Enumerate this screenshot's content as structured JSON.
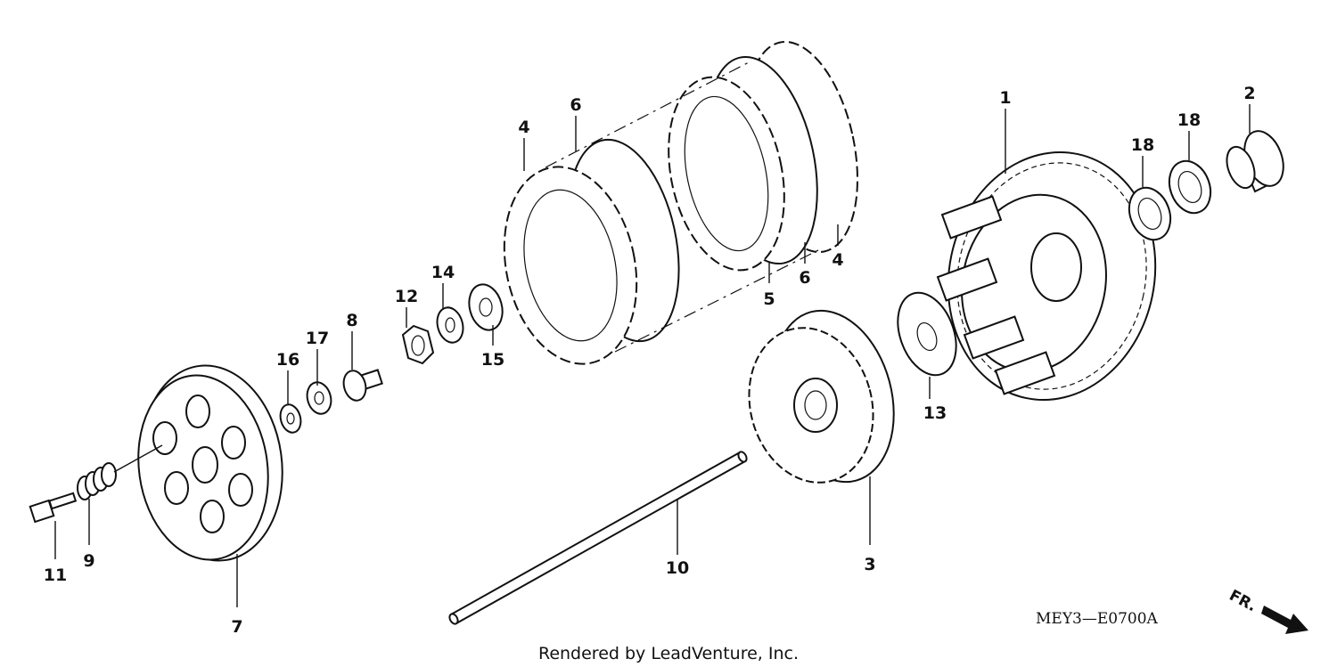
{
  "callouts": {
    "c1": "1",
    "c2": "2",
    "c3": "3",
    "c4a": "4",
    "c4b": "4",
    "c5": "5",
    "c6a": "6",
    "c6b": "6",
    "c7": "7",
    "c8": "8",
    "c9": "9",
    "c10": "10",
    "c11": "11",
    "c12": "12",
    "c13": "13",
    "c14": "14",
    "c15": "15",
    "c16": "16",
    "c17": "17",
    "c18a": "18",
    "c18b": "18"
  },
  "diagram_code": "MEY3—E0700A",
  "credit": "Rendered by LeadVenture, Inc.",
  "front_indicator": "FR."
}
